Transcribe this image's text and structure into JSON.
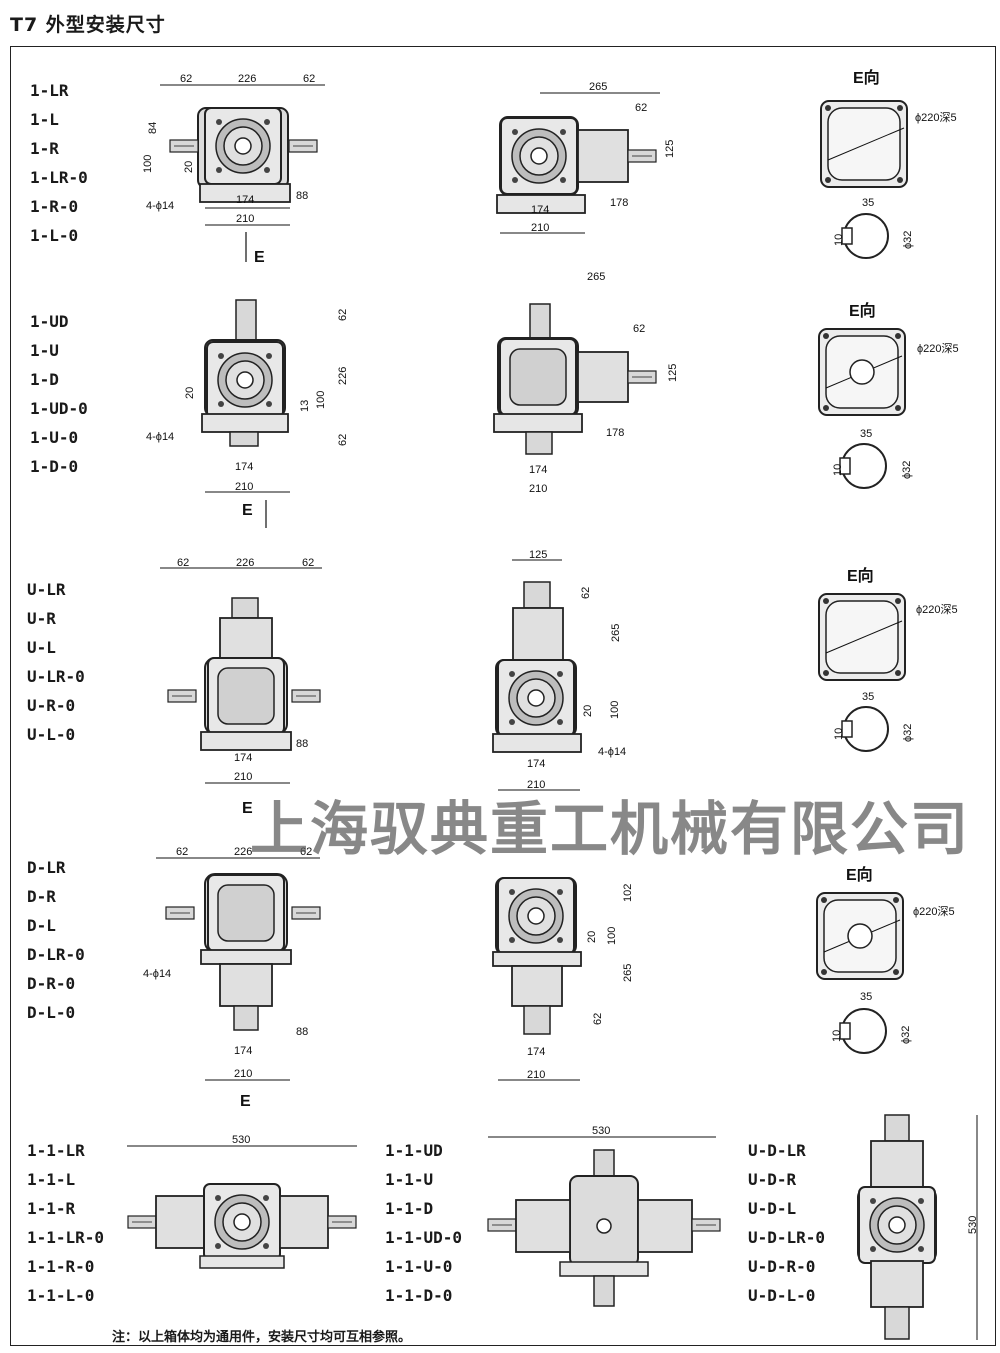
{
  "title": "T7 外型安装尺寸",
  "groups": [
    {
      "models": [
        "1-LR",
        "1-L",
        "1-R",
        "1-LR-0",
        "1-R-0",
        "1-L-0"
      ]
    },
    {
      "models": [
        "1-UD",
        "1-U",
        "1-D",
        "1-UD-0",
        "1-U-0",
        "1-D-0"
      ]
    },
    {
      "models": [
        "U-LR",
        "U-R",
        "U-L",
        "U-LR-0",
        "U-R-0",
        "U-L-0"
      ]
    },
    {
      "models": [
        "D-LR",
        "D-R",
        "D-L",
        "D-LR-0",
        "D-R-0",
        "D-L-0"
      ]
    }
  ],
  "bottom_groups": [
    {
      "models": [
        "1-1-LR",
        "1-1-L",
        "1-1-R",
        "1-1-LR-0",
        "1-1-R-0",
        "1-1-L-0"
      ]
    },
    {
      "models": [
        "1-1-UD",
        "1-1-U",
        "1-1-D",
        "1-1-UD-0",
        "1-1-U-0",
        "1-1-D-0"
      ]
    },
    {
      "models": [
        "U-D-LR",
        "U-D-R",
        "U-D-L",
        "U-D-LR-0",
        "U-D-R-0",
        "U-D-L-0"
      ]
    }
  ],
  "dims": {
    "d62": "62",
    "d226": "226",
    "d84": "84",
    "d100": "100",
    "d20": "20",
    "d88": "88",
    "d174": "174",
    "d210": "210",
    "d265": "265",
    "d125": "125",
    "d178": "178",
    "d13": "13",
    "d102": "102",
    "d35": "35",
    "d10": "10",
    "d530": "530",
    "holes": "4-ϕ14",
    "flange": "ϕ220深5",
    "shaft": "ϕ32"
  },
  "view_label": "E向",
  "arrow_label": "E",
  "watermark": "上海驭典重工机械有限公司",
  "note": "注：以上箱体均为通用件，安装尺寸均可互相参照。"
}
